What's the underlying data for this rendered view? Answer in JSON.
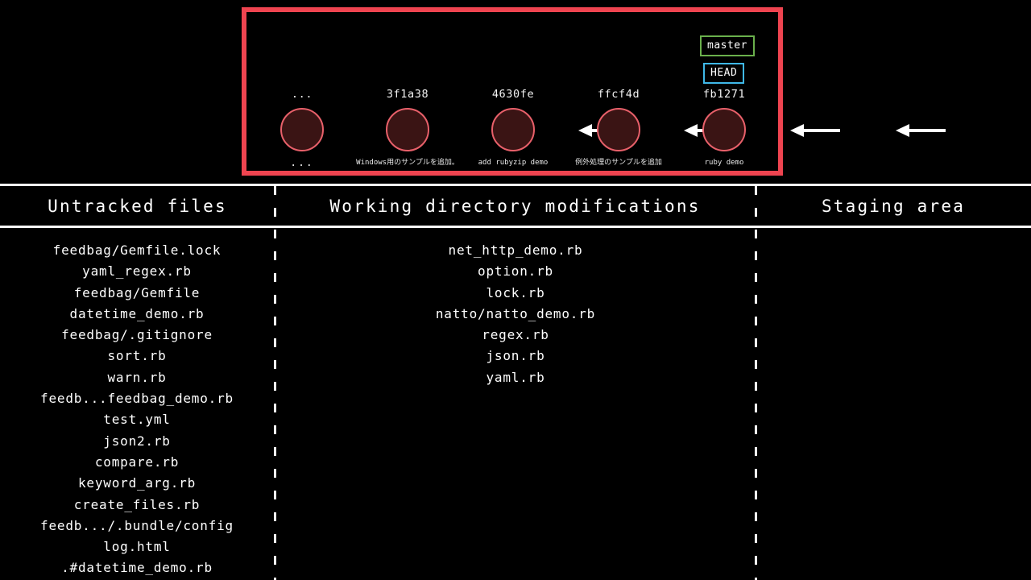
{
  "graph": {
    "frame_color": "#ef4450",
    "node_fill": "#3a1414",
    "node_border": "#e8606a",
    "refs": [
      {
        "name": "master",
        "label": "master",
        "border_color": "#6ab04c"
      },
      {
        "name": "HEAD",
        "label": "HEAD",
        "border_color": "#3fb8e8"
      }
    ],
    "commits": [
      {
        "hash": "...",
        "message": "..."
      },
      {
        "hash": "3f1a38",
        "message": "Windows用のサンプルを追加。"
      },
      {
        "hash": "4630fe",
        "message": "add rubyzip demo"
      },
      {
        "hash": "ffcf4d",
        "message": "例外処理のサンプルを追加"
      },
      {
        "hash": "fb1271",
        "message": "ruby demo"
      }
    ],
    "arrow_count": 4,
    "arrow_direction": "left"
  },
  "columns": [
    {
      "id": "untracked",
      "header": "Untracked files",
      "files": [
        "feedbag/Gemfile.lock",
        "yaml_regex.rb",
        "feedbag/Gemfile",
        "datetime_demo.rb",
        "feedbag/.gitignore",
        "sort.rb",
        "warn.rb",
        "feedb...feedbag_demo.rb",
        "test.yml",
        "json2.rb",
        "compare.rb",
        "keyword_arg.rb",
        "create_files.rb",
        "feedb.../.bundle/config",
        "log.html",
        ".#datetime_demo.rb"
      ]
    },
    {
      "id": "working",
      "header": "Working directory modifications",
      "files": [
        "net_http_demo.rb",
        "option.rb",
        "lock.rb",
        "natto/natto_demo.rb",
        "regex.rb",
        "json.rb",
        "yaml.rb"
      ]
    },
    {
      "id": "staging",
      "header": "Staging area",
      "files": []
    }
  ]
}
